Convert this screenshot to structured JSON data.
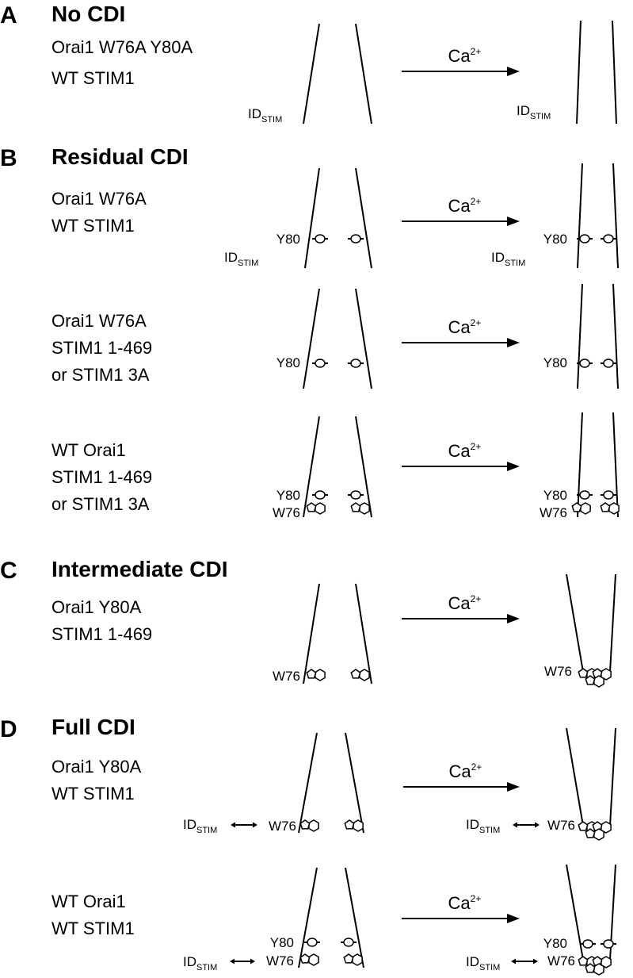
{
  "sections": [
    {
      "letter": "A",
      "title": "No CDI",
      "rows": [
        {
          "lines": [
            "Orai1 W76A Y80A",
            "WT STIM1"
          ],
          "left_view": "open",
          "right_view": "open",
          "residues_left": [],
          "residues_right": [],
          "id_stim_left": "ID",
          "id_stim_right": "ID"
        }
      ]
    },
    {
      "letter": "B",
      "title": "Residual CDI",
      "rows": [
        {
          "lines": [
            "Orai1 W76A",
            "WT STIM1"
          ]
        },
        {
          "lines": [
            "Orai1 W76A",
            "STIM1 1-469",
            "or STIM1 3A"
          ]
        },
        {
          "lines": [
            "WT Orai1",
            "STIM1 1-469",
            "or STIM1 3A"
          ]
        }
      ]
    },
    {
      "letter": "C",
      "title": "Intermediate CDI",
      "rows": [
        {
          "lines": [
            "Orai1 Y80A",
            "STIM1 1-469"
          ]
        }
      ]
    },
    {
      "letter": "D",
      "title": "Full CDI",
      "rows": [
        {
          "lines": [
            "Orai1 Y80A",
            "WT STIM1"
          ]
        },
        {
          "lines": [
            "WT Orai1",
            "WT STIM1"
          ]
        }
      ]
    }
  ],
  "labels": {
    "ca_base": "Ca",
    "ca_sup": "2+",
    "id_base": "ID",
    "id_sub": "STIM",
    "y80": "Y80",
    "w76": "W76",
    "link_arrow": "↔"
  }
}
